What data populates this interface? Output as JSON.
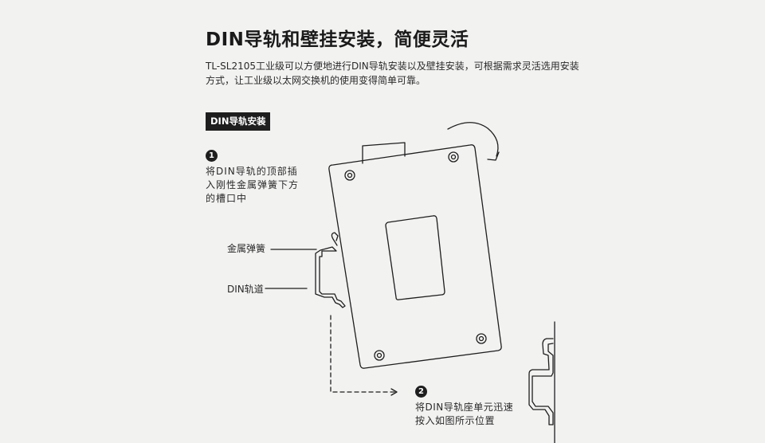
{
  "heading": {
    "title": "DIN导轨和壁挂安装，简便灵活",
    "description": "TL-SL2105工业级可以方便地进行DIN导轨安装以及壁挂安装，可根据需求灵活选用安装方式，让工业级以太网交换机的使用变得简单可靠。"
  },
  "section": {
    "tag": "DIN导轨安装"
  },
  "steps": [
    {
      "number": "1",
      "text": "将DIN导轨的顶部插\n入刚性金属弹簧下方\n的槽口中"
    },
    {
      "number": "2",
      "text": "将DIN导轨座单元迅速\n按入如图所示位置"
    }
  ],
  "callouts": {
    "spring": "金属弹簧",
    "rail": "DIN轨道"
  },
  "diagram": {
    "icons": [
      "rotate-arrow-icon",
      "dashed-arrow-icon"
    ],
    "colors": {
      "ink": "#1e1e1e",
      "background": "#f2f2f1"
    }
  }
}
